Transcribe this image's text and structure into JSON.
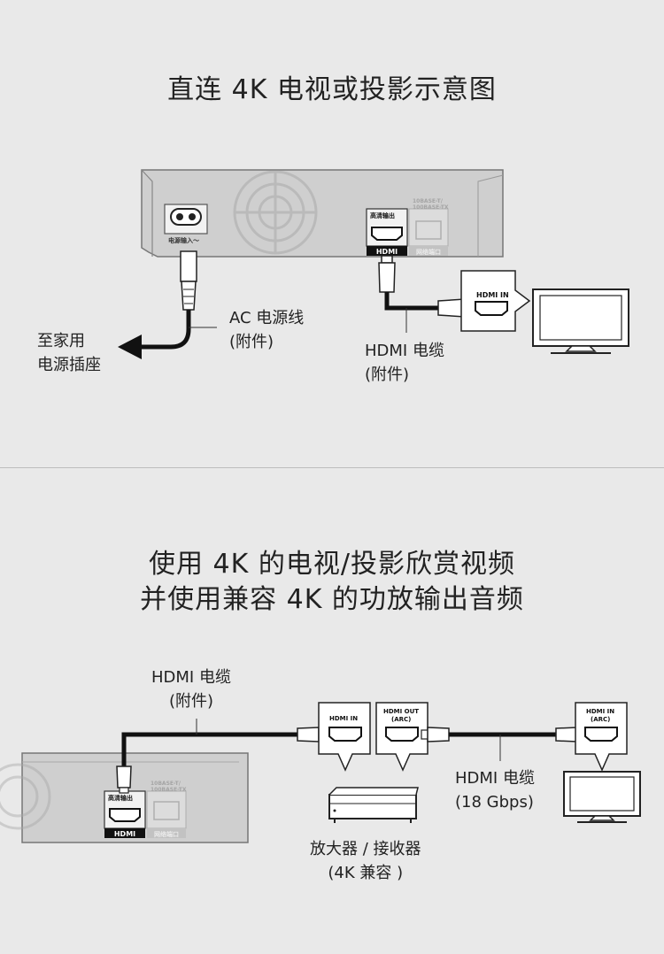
{
  "section1": {
    "title": "直连 4K 电视或投影示意图",
    "ac_cable_label": [
      "AC 电源线",
      "(附件)"
    ],
    "outlet_label": [
      "至家用",
      "电源插座"
    ],
    "hdmi_cable_label": [
      "HDMI 电缆",
      "(附件)"
    ],
    "player_ports": {
      "power_label": "电源输入～",
      "hdmi_label": "高清输出",
      "lan_label": [
        "10BASE-T/",
        "100BASE-TX"
      ],
      "lan_caption": "网络端口",
      "hdmi_logo": "HDMI"
    },
    "tv_port_label": "HDMI IN"
  },
  "section2": {
    "title": [
      "使用 4K 的电视/投影欣赏视频",
      "并使用兼容 4K 的功放输出音频"
    ],
    "hdmi_cable1_label": [
      "HDMI 电缆",
      "(附件)"
    ],
    "hdmi_cable2_label": [
      "HDMI 电缆",
      "(18 Gbps)"
    ],
    "amp_label": [
      "放大器 / 接收器",
      "(4K 兼容 )"
    ],
    "amp_in_label": "HDMI IN",
    "amp_out_label": [
      "HDMI OUT",
      "(ARC)"
    ],
    "tv_port_label": [
      "HDMI IN",
      "(ARC)"
    ],
    "player_ports": {
      "hdmi_label": "高清输出",
      "lan_label": [
        "10BASE-T/",
        "100BASE-TX"
      ],
      "lan_caption": "网络端口",
      "hdmi_logo": "HDMI"
    }
  }
}
